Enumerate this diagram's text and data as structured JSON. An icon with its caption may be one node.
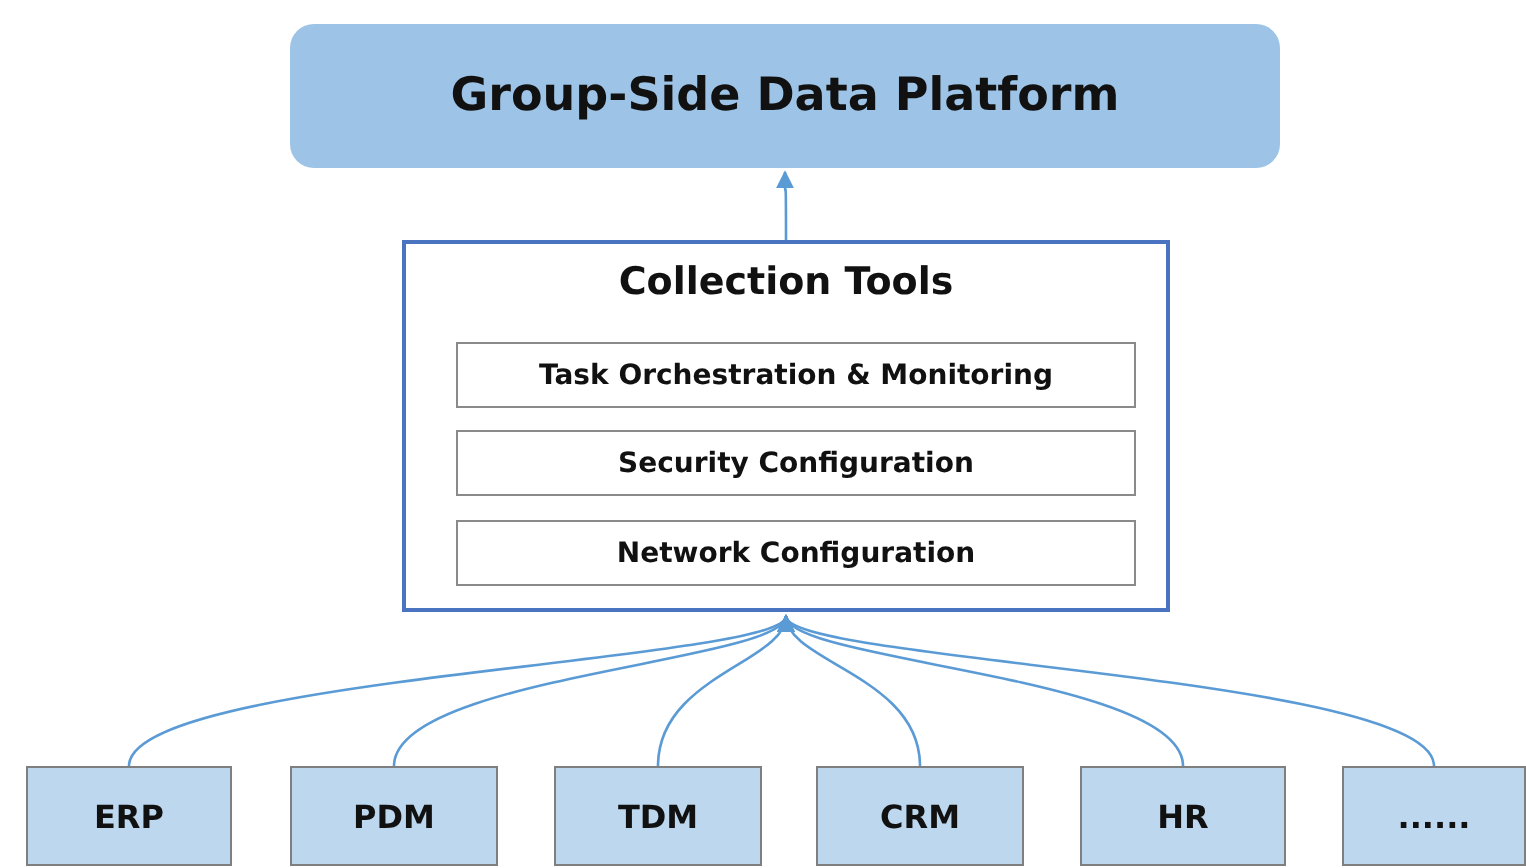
{
  "diagram": {
    "nodes": [
      {
        "text": [
          "Group-Side Data Platform"
        ]
      },
      {
        "text": [
          "Collection Tools"
        ]
      },
      {
        "text": [
          "Task Orchestration & Monitoring"
        ],
        "in": 1
      },
      {
        "text": [
          "Security Configuration"
        ],
        "in": 1
      },
      {
        "text": [
          "Network Configuration"
        ],
        "in": 1
      },
      {
        "text": [
          "ERP"
        ]
      },
      {
        "text": [
          "PDM"
        ]
      },
      {
        "text": [
          "TDM"
        ]
      },
      {
        "text": [
          "CRM"
        ]
      },
      {
        "text": [
          "HR"
        ]
      },
      {
        "text": [
          "......"
        ]
      }
    ],
    "edges": [
      {
        "from": 1,
        "to": 0,
        "arrow": "to"
      },
      {
        "from": 5,
        "to": 1,
        "arrow": "to"
      },
      {
        "from": 6,
        "to": 1,
        "arrow": "to"
      },
      {
        "from": 7,
        "to": 1,
        "arrow": "to"
      },
      {
        "from": 8,
        "to": 1,
        "arrow": "to"
      },
      {
        "from": 9,
        "to": 1,
        "arrow": "to"
      },
      {
        "from": 10,
        "to": 1,
        "arrow": "to"
      }
    ]
  }
}
